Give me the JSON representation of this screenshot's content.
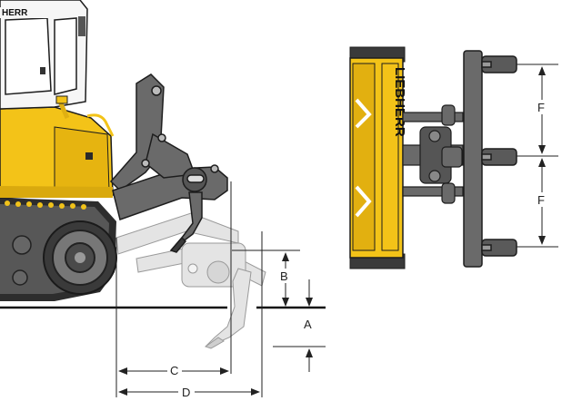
{
  "brand": {
    "cab_text": "HERR",
    "boom_text": "LIEBHERR"
  },
  "dimensions": {
    "A": "A",
    "B": "B",
    "C": "C",
    "D": "D",
    "F_upper": "F",
    "F_lower": "F"
  },
  "colors": {
    "machine_yellow": "#f3c318",
    "machine_dark": "#3b3b3b",
    "ripper_grey": "#6a6a6a",
    "ghost_grey": "#dcdcdc",
    "line": "#222222"
  }
}
